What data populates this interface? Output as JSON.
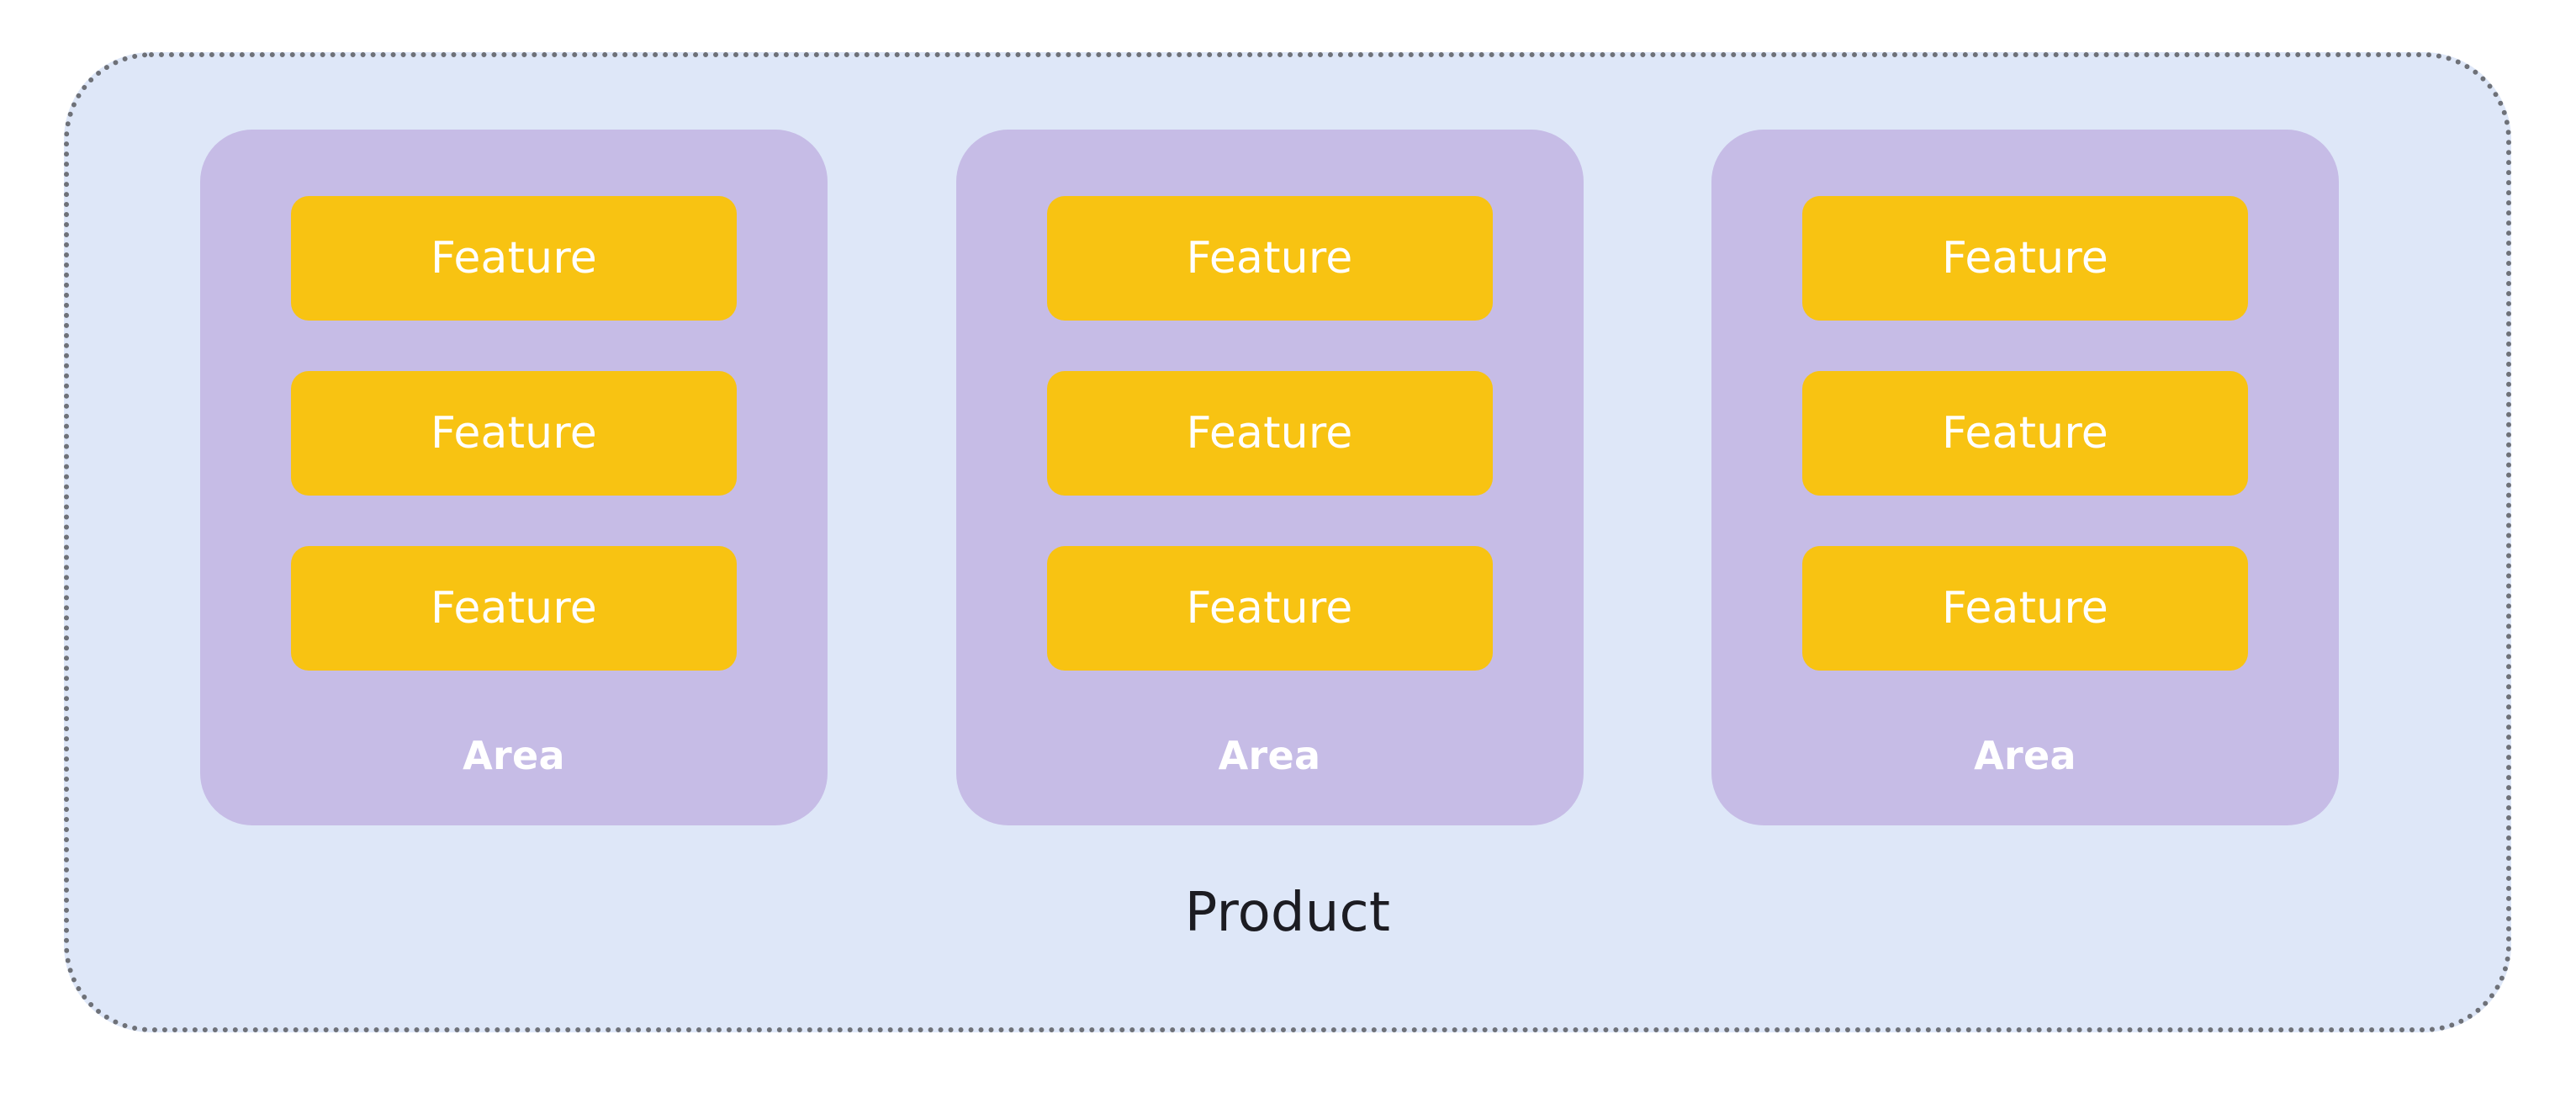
{
  "diagram": {
    "type": "nested-container-diagram",
    "title": "Product / Area / Feature hierarchy",
    "product": {
      "label": "Product",
      "fill_color": "#DEE7F8",
      "border_color": "#6E7178",
      "border_style": "dotted",
      "label_color": "#1C1C22"
    },
    "areas": [
      {
        "label": "Area",
        "fill_color": "#C6BCE6",
        "label_color": "#FFFFFF",
        "features": [
          {
            "label": "Feature",
            "fill_color": "#F8C312",
            "label_color": "#FFFFFF"
          },
          {
            "label": "Feature",
            "fill_color": "#F8C312",
            "label_color": "#FFFFFF"
          },
          {
            "label": "Feature",
            "fill_color": "#F8C312",
            "label_color": "#FFFFFF"
          }
        ]
      },
      {
        "label": "Area",
        "fill_color": "#C6BCE6",
        "label_color": "#FFFFFF",
        "features": [
          {
            "label": "Feature",
            "fill_color": "#F8C312",
            "label_color": "#FFFFFF"
          },
          {
            "label": "Feature",
            "fill_color": "#F8C312",
            "label_color": "#FFFFFF"
          },
          {
            "label": "Feature",
            "fill_color": "#F8C312",
            "label_color": "#FFFFFF"
          }
        ]
      },
      {
        "label": "Area",
        "fill_color": "#C6BCE6",
        "label_color": "#FFFFFF",
        "features": [
          {
            "label": "Feature",
            "fill_color": "#F8C312",
            "label_color": "#FFFFFF"
          },
          {
            "label": "Feature",
            "fill_color": "#F8C312",
            "label_color": "#FFFFFF"
          },
          {
            "label": "Feature",
            "fill_color": "#F8C312",
            "label_color": "#FFFFFF"
          }
        ]
      }
    ]
  }
}
